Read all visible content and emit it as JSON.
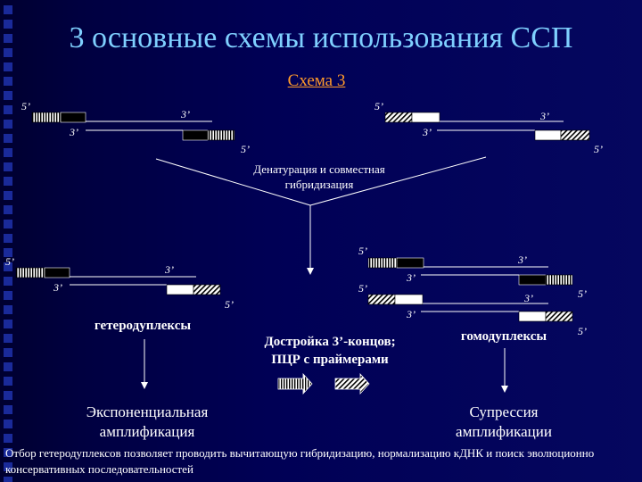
{
  "title": "3 основные схемы использования ССП",
  "scheme_label": "Схема 3",
  "end_labels": {
    "five": "5’",
    "three": "3’"
  },
  "denaturation": [
    "Денатурация и совместная",
    "гибридизация"
  ],
  "heteroduplex_label": "гетеродуплексы",
  "homoduplex_label": "гомодуплексы",
  "completion": [
    "Достройка 3’-концов;",
    "ПЦР с праймерами"
  ],
  "exponential": [
    "Экспоненциальная",
    "амплификация"
  ],
  "suppression": [
    "Супрессия",
    "амплификации"
  ],
  "footer": "Отбор гетеродуплексов позволяет проводить вычитающую гибридизацию, нормализацию кДНК и поиск эволюционно консервативных последовательностей",
  "colors": {
    "title": "#7fd0ff",
    "scheme": "#ff9a2a",
    "strand": "#ffffff",
    "background": "#000044"
  }
}
